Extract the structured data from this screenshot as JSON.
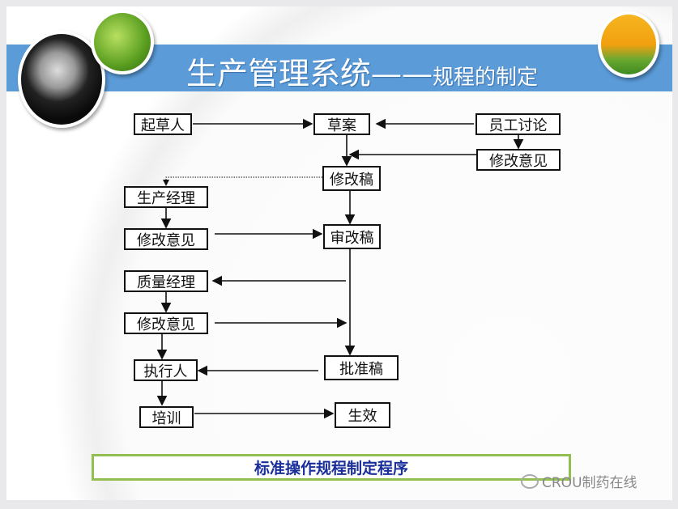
{
  "title": {
    "main": "生产管理系统——",
    "sub": "规程的制定"
  },
  "nodes": {
    "drafter": "起草人",
    "draft": "草案",
    "staff_discussion": "员工讨论",
    "revision_opinion_1": "修改意见",
    "revised_draft": "修改稿",
    "production_manager": "生产经理",
    "revision_opinion_2": "修改意见",
    "review_draft": "审改稿",
    "quality_manager": "质量经理",
    "revision_opinion_3": "修改意见",
    "approved_draft": "批准稿",
    "executor": "执行人",
    "training": "培训",
    "effective": "生效"
  },
  "footer": "标准操作规程制定程序",
  "watermark": "CROU制药在线",
  "colors": {
    "banner": "#5b9bd8",
    "footer_border": "#92c050",
    "footer_text": "#1a2f9a"
  }
}
